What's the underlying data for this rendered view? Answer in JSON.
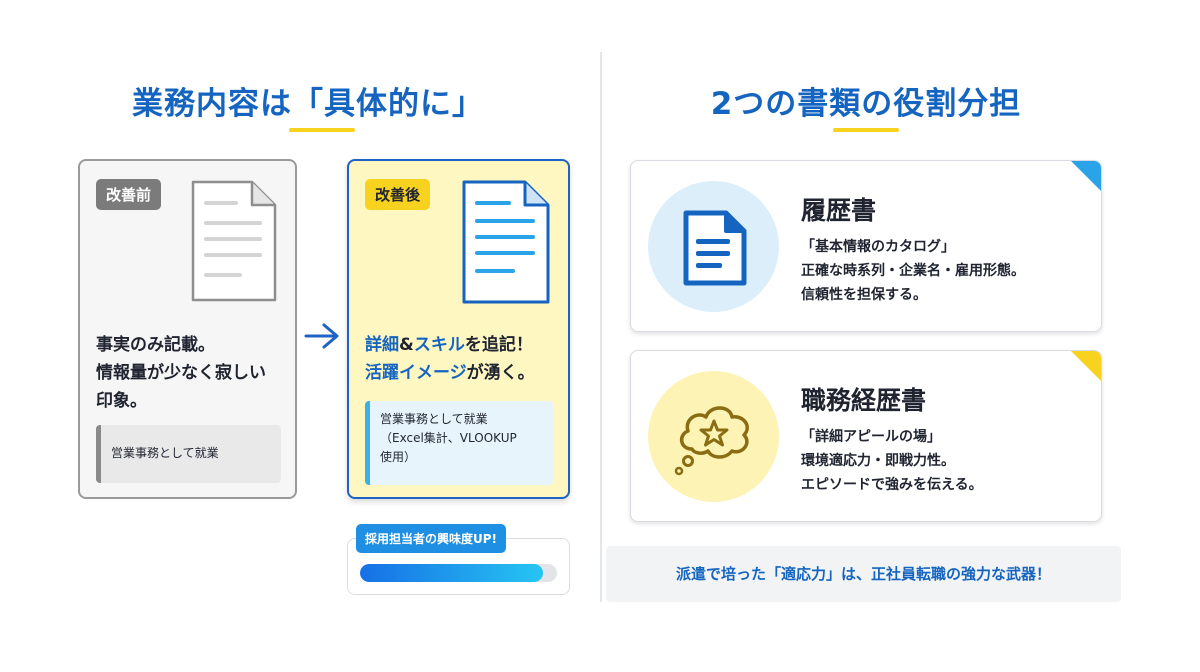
{
  "left": {
    "title": "業務内容は「具体的に」",
    "before": {
      "tag": "改善前",
      "text_lines": [
        "事実のみ記載。",
        "情報量が少なく寂しい",
        "印象。"
      ],
      "box_text": "営業事務として就業"
    },
    "after": {
      "tag": "改善後",
      "text_line1_a": "詳細",
      "text_line1_b": "&",
      "text_line1_c": "スキル",
      "text_line1_d": "を追記！",
      "text_line2_a": "活躍イメージ",
      "text_line2_b": "が湧く。",
      "box_lines": [
        "営業事務として就業",
        "（Excel集計、VLOOKUP",
        "使用）"
      ]
    },
    "progress": {
      "label": "採用担当者の興味度UP!",
      "value_fraction": 0.93
    }
  },
  "right": {
    "title": "2つの書類の役割分担",
    "cards": [
      {
        "title": "履歴書",
        "lines": [
          "「基本情報のカタログ」",
          "正確な時系列・企業名・雇用形態。",
          "信頼性を担保する。"
        ],
        "icon": "document-icon",
        "accent": "#2aa3e8"
      },
      {
        "title": "職務経歴書",
        "lines": [
          "「詳細アピールの場」",
          "環境適応力・即戦力性。",
          "エピソードで強みを伝える。"
        ],
        "icon": "star-thought-bubble-icon",
        "accent": "#f7d21e"
      }
    ],
    "footer": "派遣で培った「適応力」は、正社員転職の強力な武器！"
  },
  "colors": {
    "primary_blue": "#1565c0",
    "accent_yellow": "#f7d21e",
    "gray": "#7b7b7b"
  }
}
